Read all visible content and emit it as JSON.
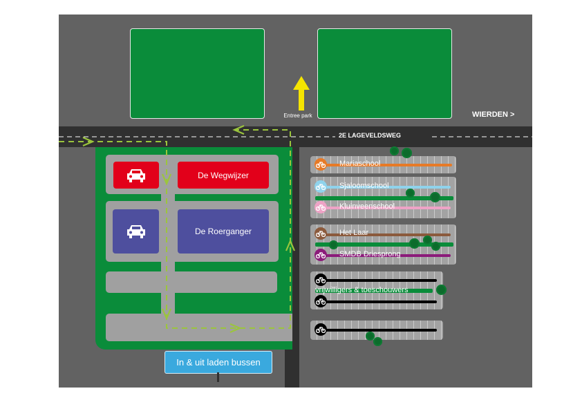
{
  "map": {
    "road_label": "2E LAGEVELDSWEG",
    "direction_label": "WIERDEN >",
    "entrance_label": "Entree park",
    "bus_label": "In & uit laden bussen"
  },
  "car_lots": [
    {
      "label": "De Wegwijzer",
      "color": "#e2001a",
      "icon": "car-icon"
    },
    {
      "label": "De Roerganger",
      "color": "#4e4f9e",
      "icon": "car-icon"
    }
  ],
  "bike_parking": [
    {
      "label": "Mariaschool",
      "color": "#e77a26",
      "icon": "bicycle-icon"
    },
    {
      "label": "Sjaloomschool",
      "color": "#8fd3ec",
      "icon": "bicycle-icon"
    },
    {
      "label": "Kluinveenschool",
      "color": "#eea3c6",
      "icon": "bicycle-icon"
    },
    {
      "label": "Het Laar",
      "color": "#8b5a3c",
      "icon": "bicycle-icon"
    },
    {
      "label": "SMDB Driesprong",
      "color": "#8b1b7a",
      "icon": "bicycle-icon"
    },
    {
      "label": "vrijwilligers & toeschouwers",
      "color": "#000000",
      "icon": "bicycle-icon"
    }
  ],
  "colors": {
    "background": "#626262",
    "road": "#303030",
    "field": "#0a8c3a",
    "route": "#9bc53d",
    "entrance_arrow": "#f5e400",
    "bus_box": "#3aa9de"
  }
}
